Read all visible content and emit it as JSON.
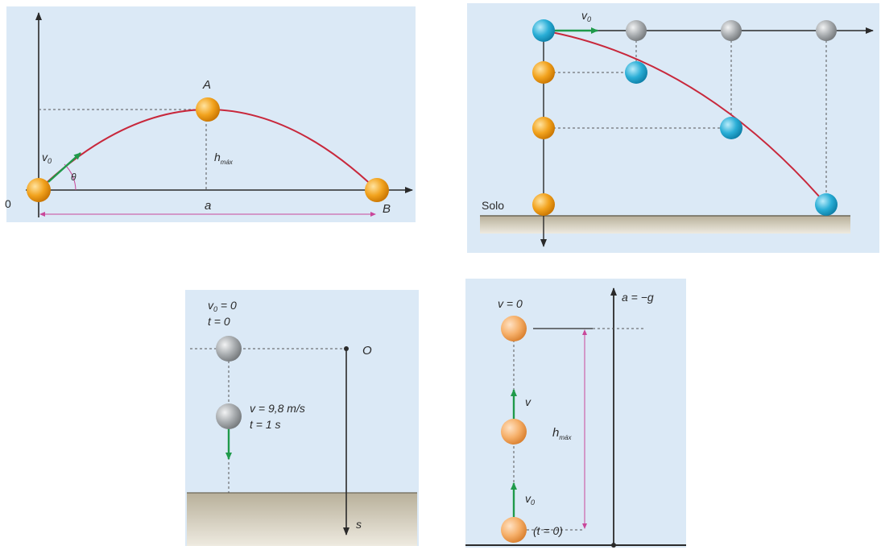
{
  "panels": {
    "oblique": {
      "origin": "0",
      "v0_symbol": "v",
      "v0_sub": "0",
      "angle": "θ",
      "apex": "A",
      "hmax_symbol": "h",
      "hmax_sub": "máx",
      "range": "a",
      "end": "B"
    },
    "horizontal": {
      "v0_symbol": "v",
      "v0_sub": "0",
      "ground": "Solo"
    },
    "freefall": {
      "v0_line_symbol": "v",
      "v0_line_sub": "0",
      "v0_line_rest": " = 0",
      "t0_line": "t = 0",
      "origin": "O",
      "v_line": "v = 9,8 m/s",
      "t1_line": "t = 1 s",
      "axis": "s"
    },
    "vertical": {
      "v_zero": "v = 0",
      "accel": "a = −g",
      "v_symbol": "v",
      "hmax_symbol": "h",
      "hmax_sub": "máx",
      "v0_symbol": "v",
      "v0_sub": "0",
      "t0": "(t = 0)"
    }
  },
  "colors": {
    "panel_bg": "#dbe9f6",
    "trajectory": "#c8283c",
    "orange_ball": "#f2a31e",
    "cyan_ball": "#2aaed6",
    "gray_ball": "#a9adb0",
    "light_orange_ball": "#f6b06a",
    "vector": "#1f9a4a",
    "ground": "#cdc6b2",
    "hmax_line": "#c9479a"
  }
}
